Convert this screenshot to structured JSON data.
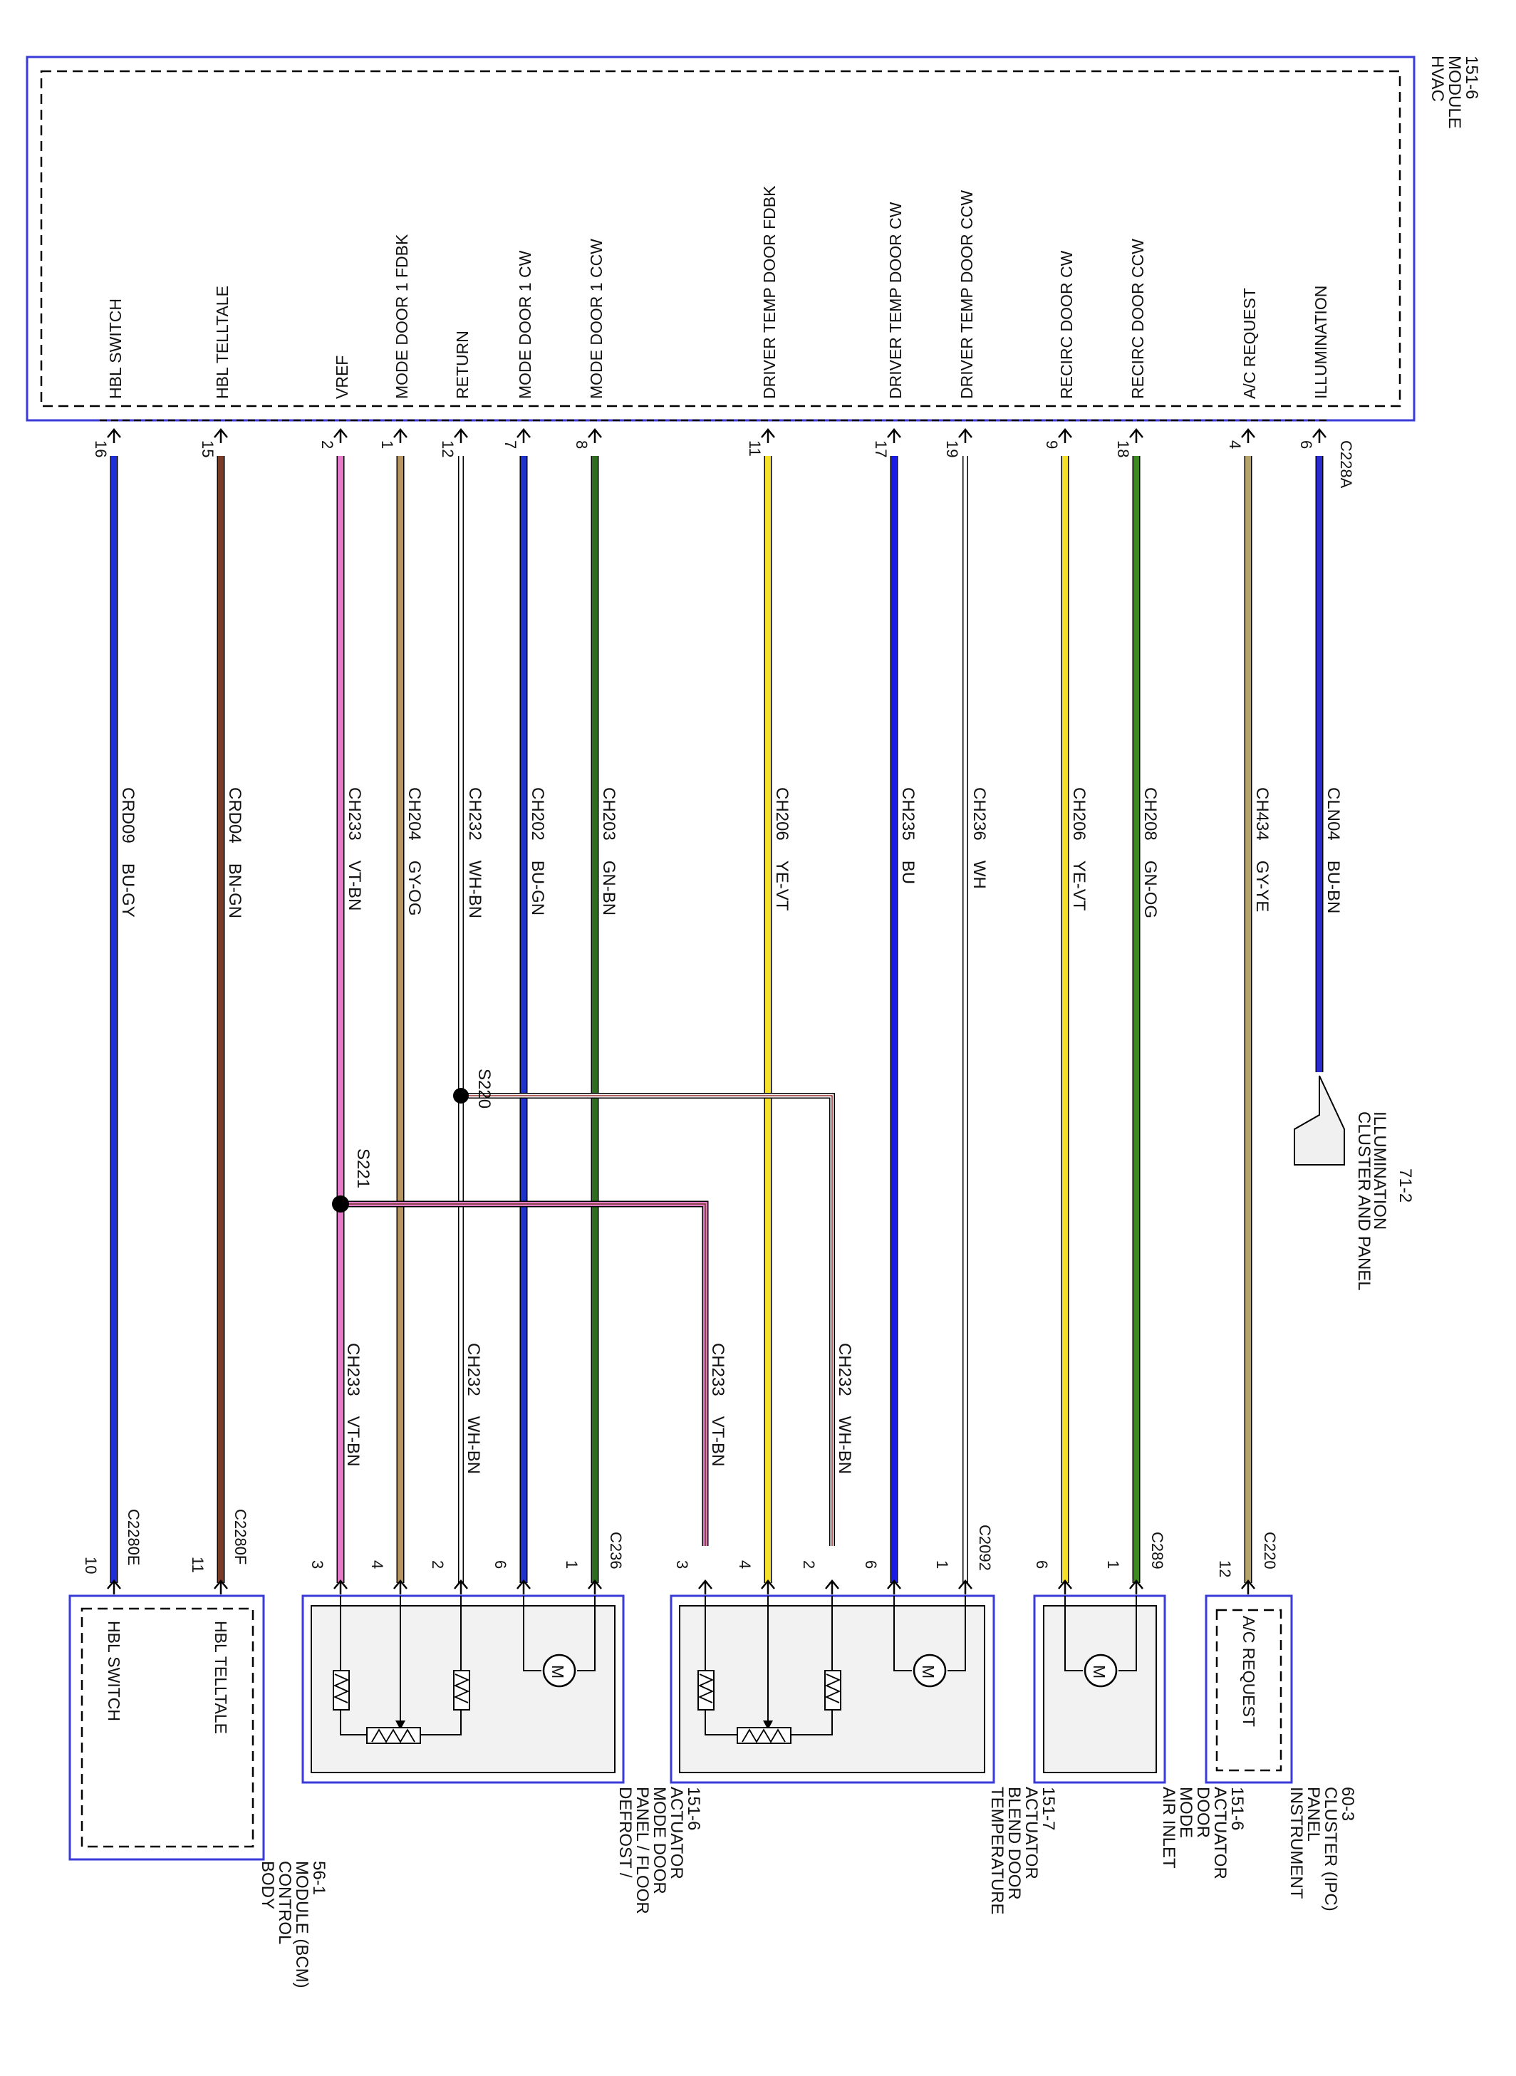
{
  "hvac_module": {
    "l1": "HVAC",
    "l2": "MODULE",
    "l3": "151-6",
    "connector": "C228A"
  },
  "module_signals": [
    {
      "key": "illum",
      "label": "ILLUMINATION",
      "pin": "6",
      "circuit": "CLN04",
      "color": "BU-BN",
      "wire_hex": "#2b2ccf"
    },
    {
      "key": "acreq",
      "label": "A/C REQUEST",
      "pin": "4",
      "circuit": "CH434",
      "color": "GY-YE",
      "wire_hex": "#b4a46a"
    },
    {
      "key": "recircccw",
      "label": "RECIRC DOOR CCW",
      "pin": "18",
      "circuit": "CH208",
      "color": "GN-OG",
      "wire_hex": "#3e8a22"
    },
    {
      "key": "recirccw",
      "label": "RECIRC DOOR CW",
      "pin": "9",
      "circuit": "CH206",
      "color": "YE-VT",
      "wire_hex": "#f5e12b"
    },
    {
      "key": "dtccw",
      "label": "DRIVER TEMP DOOR CCW",
      "pin": "19",
      "circuit": "CH236",
      "color": "WH",
      "wire_hex": "#ffffff"
    },
    {
      "key": "dtcw",
      "label": "DRIVER TEMP DOOR CW",
      "pin": "17",
      "circuit": "CH235",
      "color": "BU",
      "wire_hex": "#1a1ae6"
    },
    {
      "key": "dtfdbk",
      "label": "DRIVER TEMP DOOR FDBK",
      "pin": "11",
      "circuit": "CH206",
      "color": "YE-VT",
      "wire_hex": "#f5e12b"
    },
    {
      "key": "md1ccw",
      "label": "MODE DOOR 1 CCW",
      "pin": "8",
      "circuit": "CH203",
      "color": "GN-BN",
      "wire_hex": "#2d6e1e"
    },
    {
      "key": "md1cw",
      "label": "MODE DOOR 1 CW",
      "pin": "7",
      "circuit": "CH202",
      "color": "BU-GN",
      "wire_hex": "#2033c8"
    },
    {
      "key": "return",
      "label": "RETURN",
      "pin": "12",
      "circuit": "CH232",
      "color": "WH-BN",
      "wire_hex": "#ffffff"
    },
    {
      "key": "md1fdbk",
      "label": "MODE DOOR 1 FDBK",
      "pin": "1",
      "circuit": "CH204",
      "color": "GY-OG",
      "wire_hex": "#b59560"
    },
    {
      "key": "vref",
      "label": "VREF",
      "pin": "2",
      "circuit": "CH233",
      "color": "VT-BN",
      "wire_hex": "#e57ac8"
    },
    {
      "key": "hbltell",
      "label": "HBL TELLTALE",
      "pin": "15",
      "circuit": "CRD04",
      "color": "BN-GN",
      "wire_hex": "#7a3b26"
    },
    {
      "key": "hblsw",
      "label": "HBL SWITCH",
      "pin": "16",
      "circuit": "CRD09",
      "color": "BU-GY",
      "wire_hex": "#1e2fd6"
    }
  ],
  "splices": {
    "s220": "S220",
    "s221": "S221"
  },
  "lower_wires": {
    "ch233_a": {
      "circuit": "CH233",
      "color": "VT-BN"
    },
    "ch232_a": {
      "circuit": "CH232",
      "color": "WH-BN"
    },
    "ch233_b": {
      "circuit": "CH233",
      "color": "VT-BN"
    },
    "ch232_b": {
      "circuit": "CH232",
      "color": "WH-BN"
    }
  },
  "cluster_illum": {
    "l1": "CLUSTER AND PANEL",
    "l2": "ILLUMINATION",
    "l3": "71-2"
  },
  "components": {
    "bcm": {
      "connA": "C2280E",
      "connB": "C2280F",
      "pinA": "10",
      "pinB": "11",
      "sw": "HBL SWITCH",
      "tt": "HBL TELLTALE",
      "n1": "BODY",
      "n2": "CONTROL",
      "n3": "MODULE (BCM)",
      "n4": "56-1"
    },
    "defrost": {
      "conn": "C236",
      "p3": "3",
      "p4": "4",
      "p2": "2",
      "p6": "6",
      "p1": "1",
      "n1": "DEFROST /",
      "n2": "PANEL / FLOOR",
      "n3": "MODE DOOR",
      "n4": "ACTUATOR",
      "n5": "151-6"
    },
    "temp": {
      "conn": "C2092",
      "p3": "3",
      "p4": "4",
      "p2": "2",
      "p6": "6",
      "p1": "1",
      "n1": "TEMPERATURE",
      "n2": "BLEND DOOR",
      "n3": "ACTUATOR",
      "n4": "151-7"
    },
    "airinlet": {
      "conn": "C289",
      "p6": "6",
      "p1": "1",
      "n1": "AIR INLET",
      "n2": "MODE",
      "n3": "DOOR",
      "n4": "ACTUATOR",
      "n5": "151-6"
    },
    "ipc": {
      "conn": "C220",
      "p12": "12",
      "label": "A/C REQUEST",
      "n1": "INSTRUMENT",
      "n2": "PANEL",
      "n3": "CLUSTER (IPC)",
      "n4": "60-3"
    }
  },
  "motor_symbol": "M"
}
